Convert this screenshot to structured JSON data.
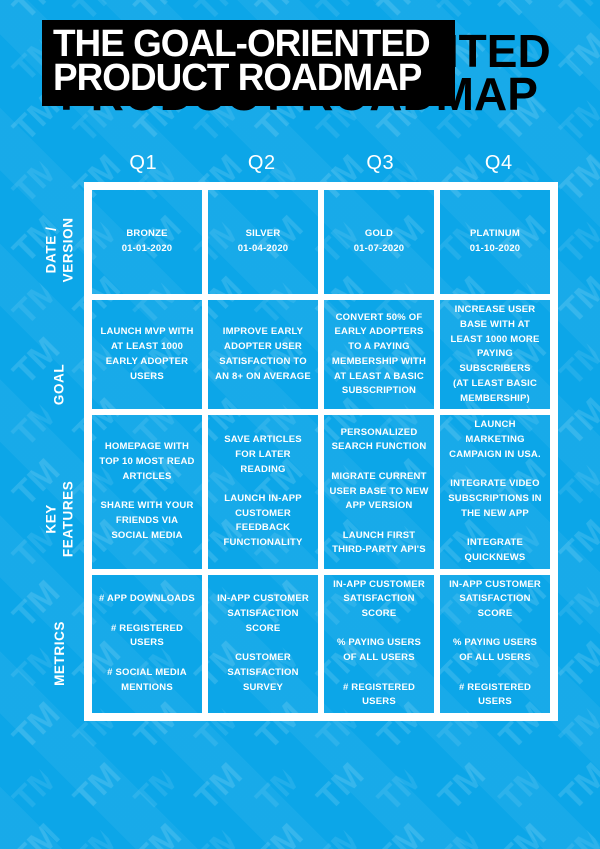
{
  "title": {
    "line1": "THE GOAL-ORIENTED",
    "line2": "PRODUCT ROADMAP"
  },
  "colors": {
    "background_blue": "#0ca6e8",
    "title_bg": "#000000",
    "text_white": "#ffffff",
    "watermark_tint": "#3db6ee"
  },
  "watermark_glyph": "TM",
  "columns": [
    "Q1",
    "Q2",
    "Q3",
    "Q4"
  ],
  "rows": [
    {
      "label": "DATE /\nVERSION",
      "cells": [
        "BRONZE\n01-01-2020",
        "SILVER\n01-04-2020",
        "GOLD\n01-07-2020",
        "PLATINUM\n01-10-2020"
      ]
    },
    {
      "label": "GOAL",
      "cells": [
        "LAUNCH MVP WITH AT LEAST 1000 EARLY ADOPTER USERS",
        "IMPROVE EARLY ADOPTER USER SATISFACTION TO AN 8+ ON AVERAGE",
        "CONVERT 50% OF EARLY ADOPTERS TO A PAYING MEMBERSHIP WITH AT LEAST A BASIC SUBSCRIPTION",
        "INCREASE USER BASE WITH AT LEAST 1000 MORE PAYING SUBSCRIBERS\n(AT LEAST BASIC MEMBERSHIP)"
      ]
    },
    {
      "label": "KEY\nFEATURES",
      "cells": [
        "HOMEPAGE WITH TOP 10 MOST READ ARTICLES\n\nSHARE WITH YOUR FRIENDS VIA SOCIAL MEDIA",
        "SAVE ARTICLES FOR LATER READING\n\nLAUNCH IN-APP CUSTOMER FEEDBACK FUNCTIONALITY",
        "PERSONALIZED SEARCH FUNCTION\n\nMIGRATE CURRENT USER BASE TO NEW APP VERSION\n\nLAUNCH FIRST THIRD-PARTY API'S",
        "LAUNCH MARKETING CAMPAIGN IN USA.\n\nINTEGRATE VIDEO SUBSCRIPTIONS IN THE NEW APP\n\nINTEGRATE QUICKNEWS"
      ]
    },
    {
      "label": "METRICS",
      "cells": [
        "# APP DOWNLOADS\n\n# REGISTERED USERS\n\n# SOCIAL MEDIA MENTIONS",
        "IN-APP CUSTOMER SATISFACTION SCORE\n\nCUSTOMER SATISFACTION SURVEY",
        "IN-APP CUSTOMER SATISFACTION SCORE\n\n% PAYING USERS OF ALL USERS\n\n# REGISTERED USERS",
        "IN-APP CUSTOMER SATISFACTION SCORE\n\n% PAYING USERS OF ALL USERS\n\n# REGISTERED USERS"
      ]
    }
  ]
}
